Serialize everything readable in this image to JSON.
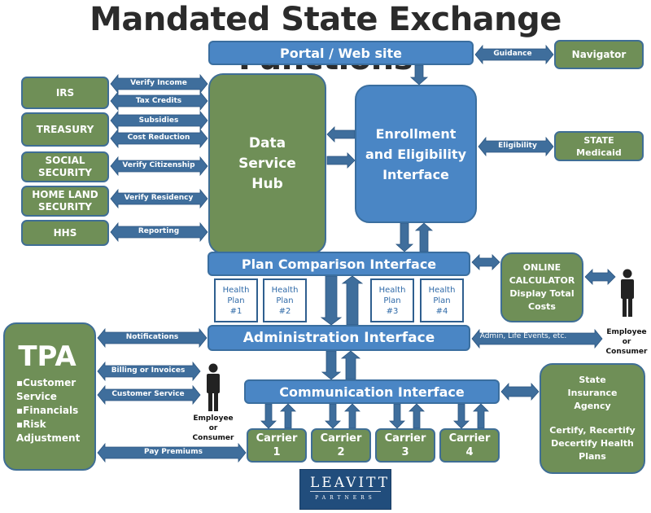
{
  "title": "Mandated State Exchange Functions",
  "agencies": [
    {
      "label": "IRS"
    },
    {
      "label": "TREASURY"
    },
    {
      "label": "SOCIAL SECURITY"
    },
    {
      "label": "HOME LAND SECURITY"
    },
    {
      "label": "HHS"
    }
  ],
  "agency_arrows": [
    "Verify Income",
    "Tax Credits",
    "Subsidies",
    "Cost Reduction",
    "Verify Citizenship",
    "Verify Residency",
    "Reporting"
  ],
  "data_hub": "Data Service Hub",
  "portal": "Portal / Web site",
  "enrollment": "Enrollment and Eligibility Interface",
  "navigator": {
    "label": "Navigator",
    "arrow": "Guidance"
  },
  "medicaid": {
    "label": "STATE Medicaid",
    "arrow": "Eligibility"
  },
  "plan_comparison": "Plan Comparison Interface",
  "health_plans": [
    "Health Plan #1",
    "Health Plan #2",
    "Health Plan #3",
    "Health Plan #4"
  ],
  "online_calculator": "ONLINE CALCULATOR Display Total Costs",
  "administration": {
    "label": "Administration Interface",
    "right_arrow": "Admin, Life Events, etc.",
    "left_arrow": "Notifications"
  },
  "person_label": "Employee or Consumer",
  "tpa": {
    "title": "TPA",
    "bullets": [
      "Customer Service",
      "Financials",
      "Risk Adjustment"
    ],
    "arrows": [
      "Billing or Invoices",
      "Customer Service",
      "Pay Premiums"
    ]
  },
  "communication": "Communication Interface",
  "carriers": [
    "Carrier 1",
    "Carrier 2",
    "Carrier 3",
    "Carrier 4"
  ],
  "state_insurance": {
    "line1": "State Insurance Agency",
    "line2": "Certify, Recertify Decertify Health Plans"
  },
  "logo": {
    "name": "LEAVITT",
    "sub": "PARTNERS"
  },
  "colors": {
    "green": "#6f8f57",
    "blue": "#4a86c5",
    "arrow": "#3f6e9c"
  }
}
